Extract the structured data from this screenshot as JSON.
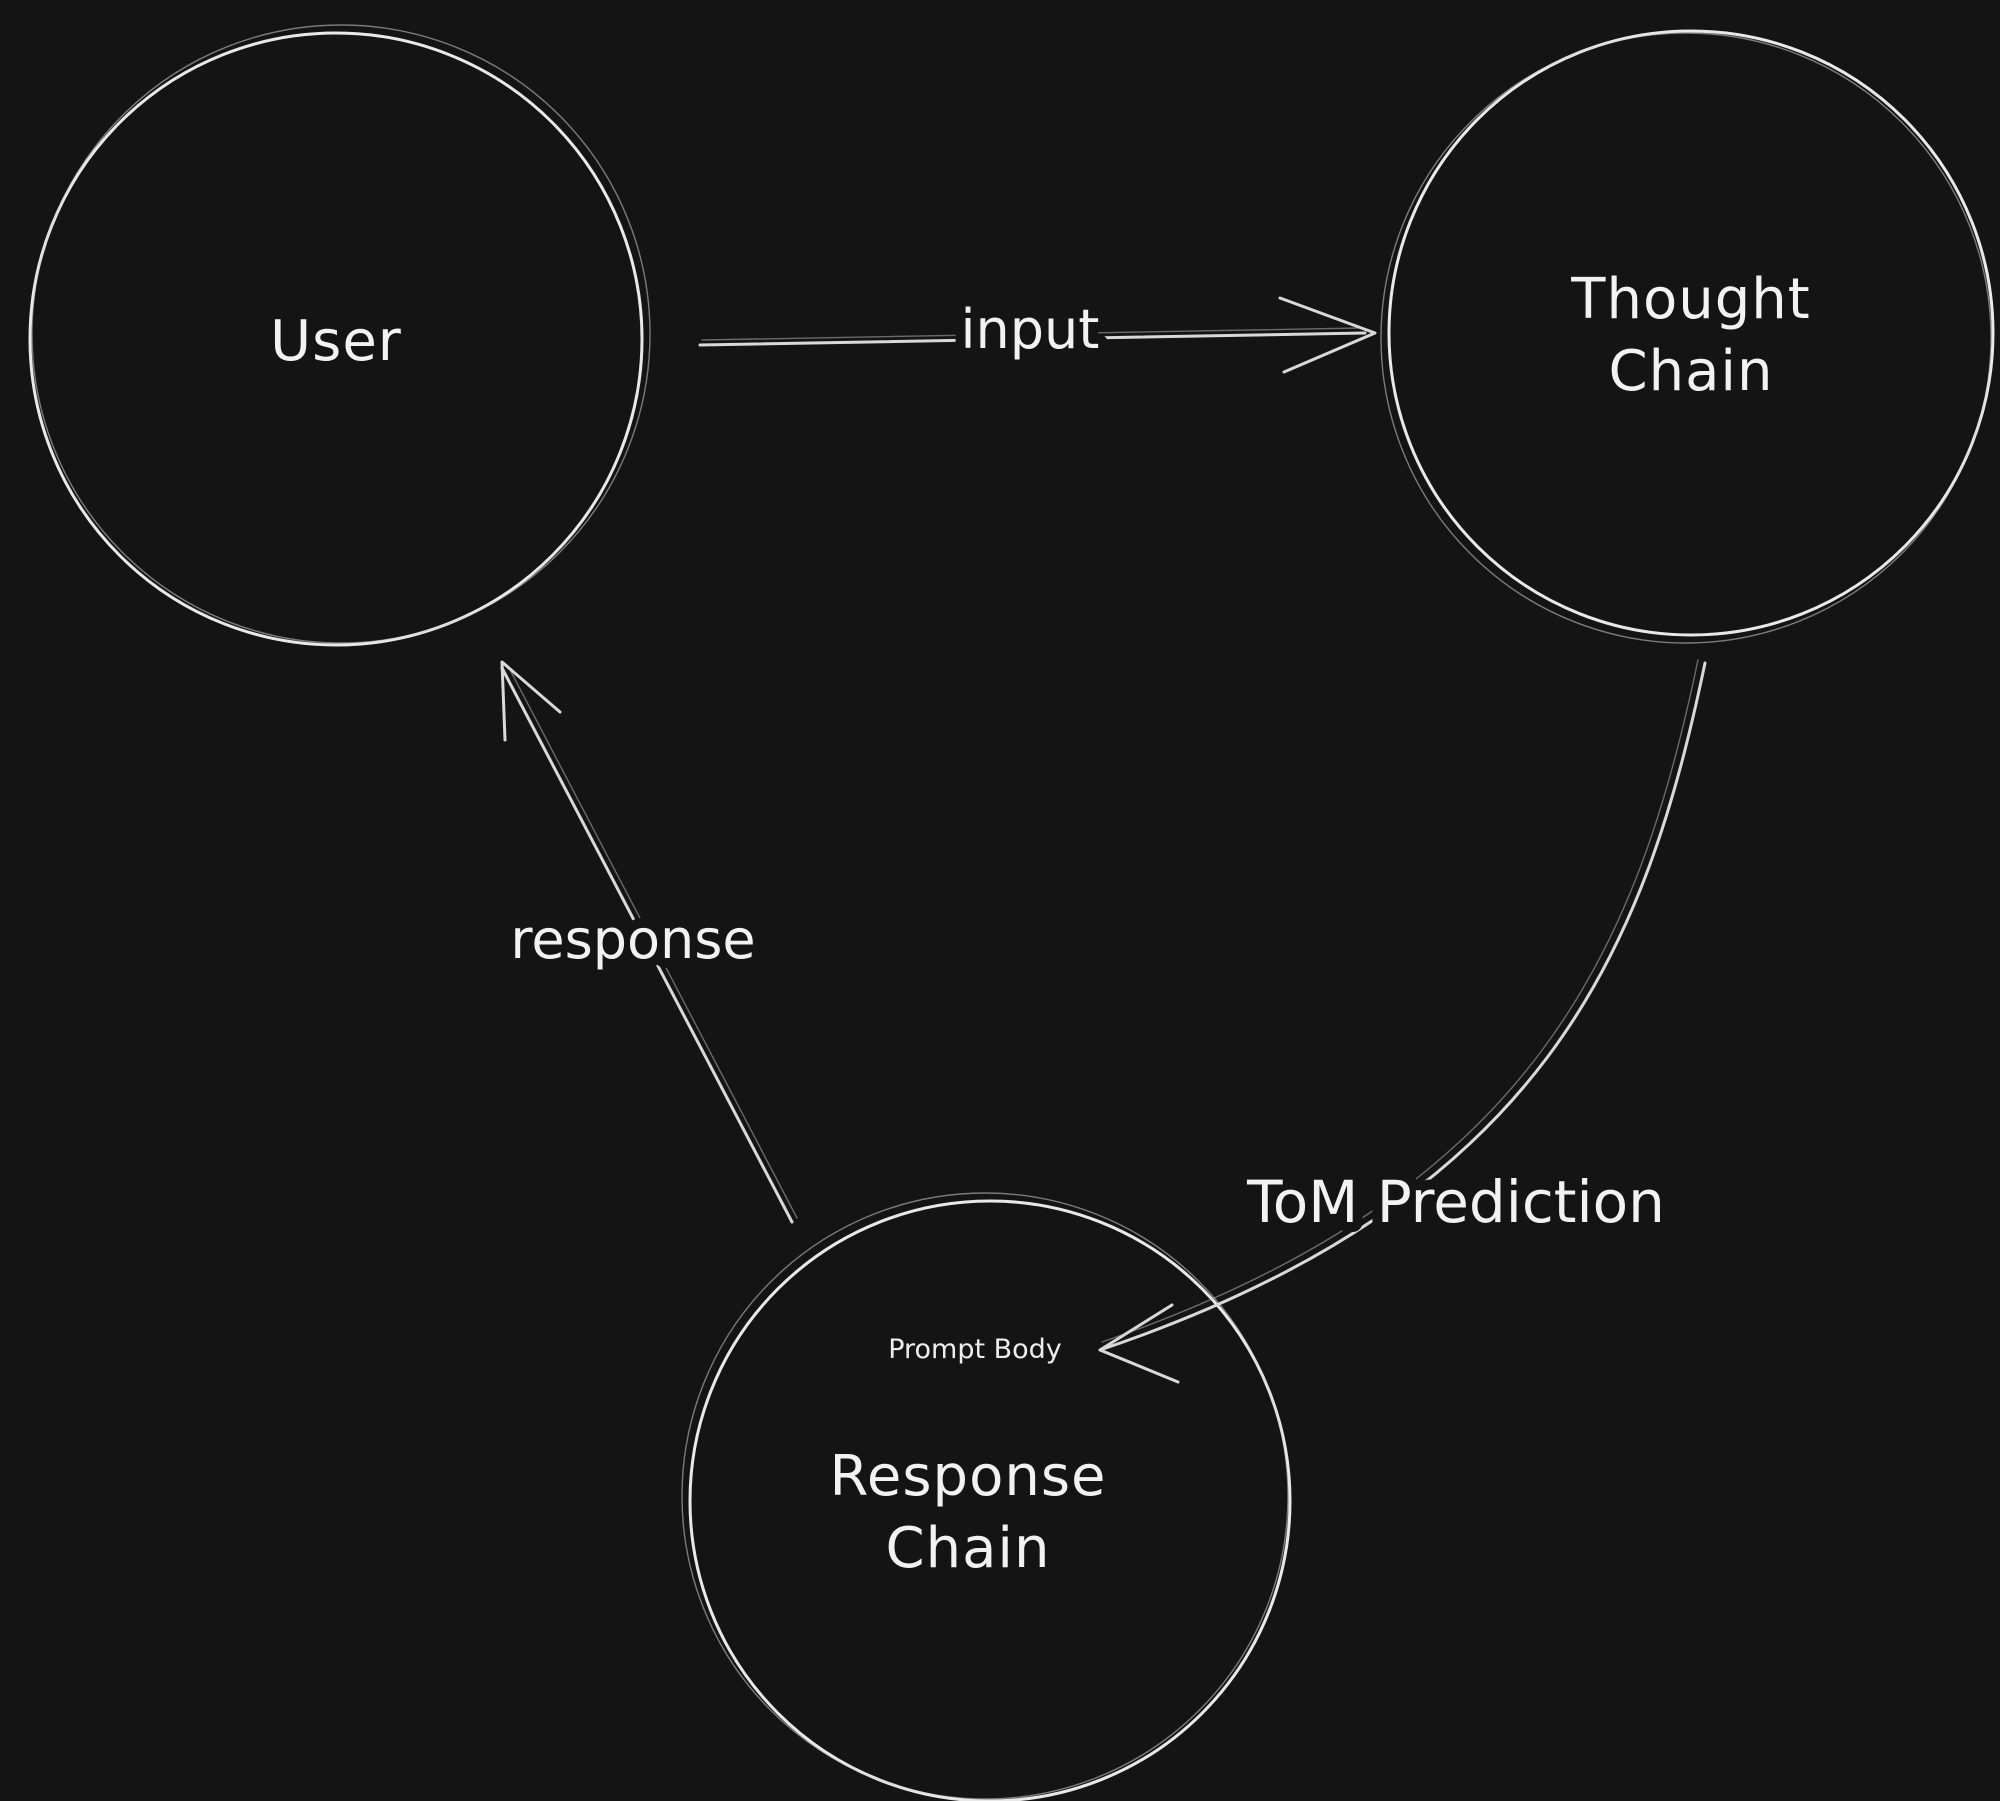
{
  "diagram": {
    "background_color": "#141414",
    "stroke_color": "#e9e9e9",
    "text_color": "#f2f2f2",
    "nodes": {
      "user": {
        "label": "User"
      },
      "thought_chain": {
        "line1": "Thought",
        "line2": "Chain"
      },
      "response_chain": {
        "line1": "Response",
        "line2": "Chain",
        "annotation": "Prompt Body"
      }
    },
    "edges": {
      "input": {
        "label": "input",
        "from": "user",
        "to": "thought_chain"
      },
      "tom_prediction": {
        "label": "ToM Prediction",
        "from": "thought_chain",
        "to": "response_chain"
      },
      "response": {
        "label": "response",
        "from": "response_chain",
        "to": "user"
      }
    }
  }
}
